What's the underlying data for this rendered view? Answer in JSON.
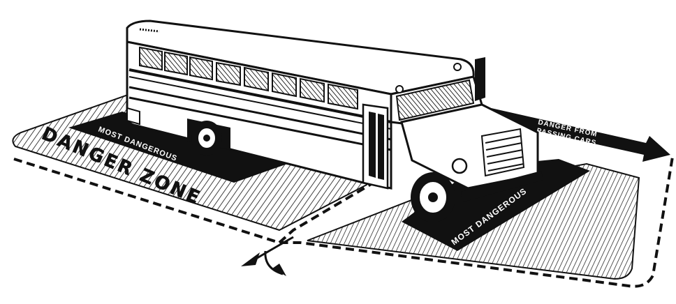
{
  "labels": {
    "danger_zone": "DANGER ZONE",
    "most_dangerous_side": "MOST DANGEROUS",
    "most_dangerous_front": "MOST DANGEROUS",
    "parking_danger_line1": "DANGER FROM",
    "parking_danger_line2": "PASSING CARS"
  },
  "colors": {
    "ink": "#111111",
    "paper": "#ffffff"
  }
}
